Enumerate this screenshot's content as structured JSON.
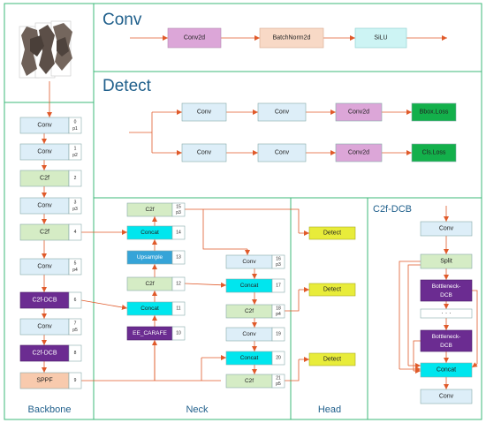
{
  "panels": {
    "conv": "Conv",
    "detect": "Detect",
    "c2fdcb": "C2f-DCB",
    "backbone": "Backbone",
    "neck": "Neck",
    "head": "Head"
  },
  "conv_panel": {
    "conv2d": "Conv2d",
    "batchnorm": "BatchNorm2d",
    "silu": "SiLU"
  },
  "detect_panel": {
    "row1": [
      "Conv",
      "Conv",
      "Conv2d",
      "Bbox.Loss"
    ],
    "row2": [
      "Conv",
      "Conv",
      "Conv2d",
      "Cls.Loss"
    ]
  },
  "backbone": {
    "blocks": [
      {
        "label": "Conv",
        "num": "0",
        "sub": "p1"
      },
      {
        "label": "Conv",
        "num": "1",
        "sub": "p2"
      },
      {
        "label": "C2f",
        "num": "2",
        "sub": ""
      },
      {
        "label": "Conv",
        "num": "3",
        "sub": "p3"
      },
      {
        "label": "C2f",
        "num": "4",
        "sub": ""
      },
      {
        "label": "Conv",
        "num": "5",
        "sub": "p4"
      },
      {
        "label": "C2f-DCB",
        "num": "6",
        "sub": ""
      },
      {
        "label": "Conv",
        "num": "7",
        "sub": "p5"
      },
      {
        "label": "C2f-DCB",
        "num": "8",
        "sub": ""
      },
      {
        "label": "SPPF",
        "num": "9",
        "sub": ""
      }
    ]
  },
  "neck": {
    "left": [
      {
        "label": "C2f",
        "num": "15",
        "sub": "p3"
      },
      {
        "label": "Concat",
        "num": "14",
        "sub": ""
      },
      {
        "label": "Upsample",
        "num": "13",
        "sub": ""
      },
      {
        "label": "C2f",
        "num": "12",
        "sub": ""
      },
      {
        "label": "Concat",
        "num": "11",
        "sub": ""
      },
      {
        "label": "EE_CARAFE",
        "num": "10",
        "sub": ""
      }
    ],
    "right": [
      {
        "label": "Conv",
        "num": "16",
        "sub": "p3"
      },
      {
        "label": "Concat",
        "num": "17",
        "sub": ""
      },
      {
        "label": "C2f",
        "num": "18",
        "sub": "p4"
      },
      {
        "label": "Conv",
        "num": "19",
        "sub": ""
      },
      {
        "label": "Concat",
        "num": "20",
        "sub": ""
      },
      {
        "label": "C2f",
        "num": "21",
        "sub": "p5"
      }
    ]
  },
  "head": {
    "detects": [
      "Detect",
      "Detect",
      "Detect"
    ]
  },
  "c2f_dcb_panel": {
    "items": [
      "Conv",
      "Split",
      "Bottleneck-DCB",
      "· · ·",
      "Bottleneck-DCB",
      "Concat",
      "Conv"
    ]
  },
  "colors": {
    "panel_border": "#3cb878",
    "conv_fill": "#ddeef8",
    "c2f_fill": "#d5ecc5",
    "dcb_fill": "#6b2c91",
    "sppf_fill": "#f8caad",
    "concat_fill": "#00e6ee",
    "upsample_fill": "#35a4d8",
    "detect_fill": "#e8ec3a",
    "loss_fill": "#13b04b",
    "conv2d_fill": "#dca6d8",
    "bn_fill": "#f8d9c6",
    "silu_fill": "#cdf4f4",
    "arrow": "#e05a2a"
  }
}
